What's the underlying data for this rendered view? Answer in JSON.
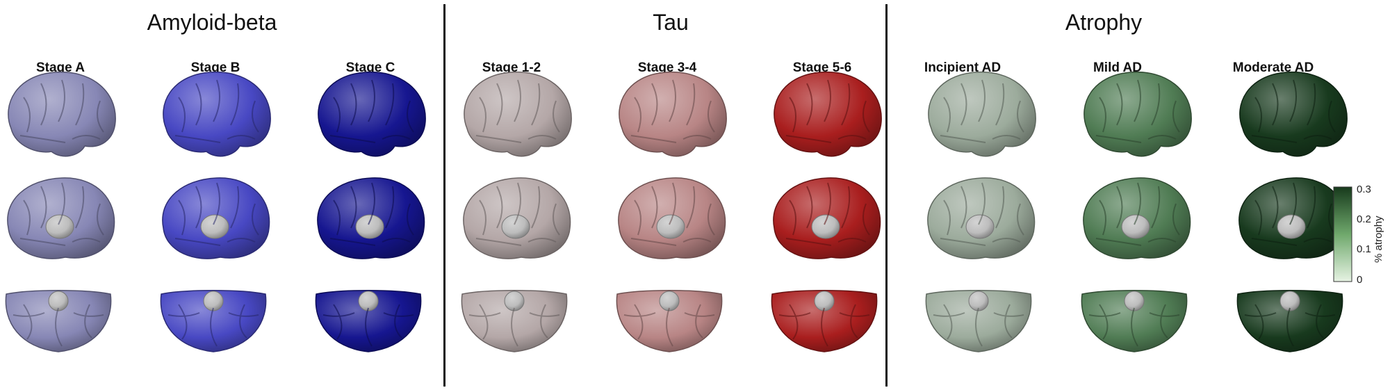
{
  "sections": [
    {
      "title": "Amyloid-beta",
      "stages": [
        {
          "label": "Stage A",
          "color": "#3535b8",
          "level": 0.35
        },
        {
          "label": "Stage B",
          "color": "#2424c8",
          "level": 0.75
        },
        {
          "label": "Stage C",
          "color": "#161690",
          "level": 1.0
        }
      ]
    },
    {
      "title": "Tau",
      "stages": [
        {
          "label": "Stage 1-2",
          "color": "#c21a1a",
          "level": 0.08
        },
        {
          "label": "Stage 3-4",
          "color": "#c21a1a",
          "level": 0.3
        },
        {
          "label": "Stage 5-6",
          "color": "#a81616",
          "level": 0.95
        }
      ]
    },
    {
      "title": "Atrophy",
      "stages": [
        {
          "label": "Incipient AD",
          "color": "#3f8a3f",
          "level": 0.2
        },
        {
          "label": "Mild AD",
          "color": "#2f6a34",
          "level": 0.75
        },
        {
          "label": "Moderate AD",
          "color": "#183a1e",
          "level": 1.0
        }
      ]
    }
  ],
  "views": [
    "lateral",
    "medial",
    "inferior"
  ],
  "colorbar": {
    "label": "% atrophy",
    "ticks": [
      "0.3",
      "0.2",
      "0.1",
      "0"
    ],
    "color_low": "#e6f3e3",
    "color_high": "#173a1c"
  },
  "base_gray": "#b3b3b3"
}
